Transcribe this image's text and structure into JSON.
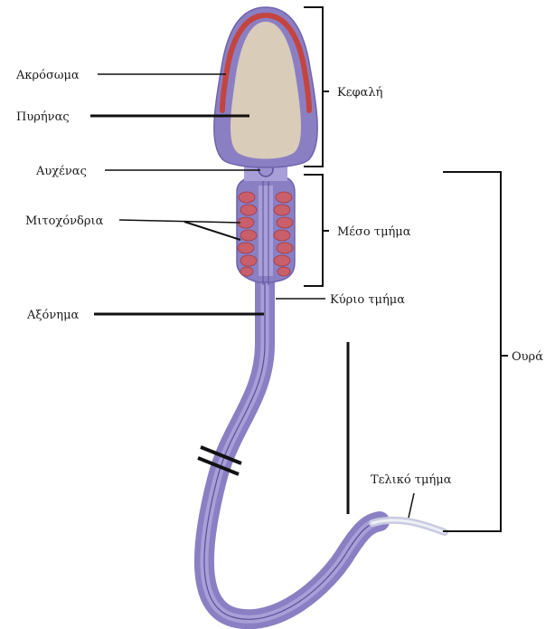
{
  "labels": {
    "acrosome": "Ακρόσωμα",
    "nucleus": "Πυρήνας",
    "neck": "Αυχένας",
    "mitochondria": "Μιτοχόνδρια",
    "axoneme": "Αξόνημα",
    "head": "Κεφαλή",
    "midpiece": "Μέσο τμήμα",
    "principal_piece": "Κύριο τμήμα",
    "tail": "Ουρά",
    "end_piece": "Τελικό τμήμα"
  },
  "colors": {
    "membrane": "#8b7fc4",
    "membrane_light": "#a99fd8",
    "membrane_dark": "#6f63ad",
    "nucleus": "#d9ccb9",
    "acrosome": "#c4453f",
    "mitochondria": "#c95f6a",
    "axoneme_line": "#5a4f95",
    "end_piece": "#dfe1ee",
    "line": "#111111"
  }
}
